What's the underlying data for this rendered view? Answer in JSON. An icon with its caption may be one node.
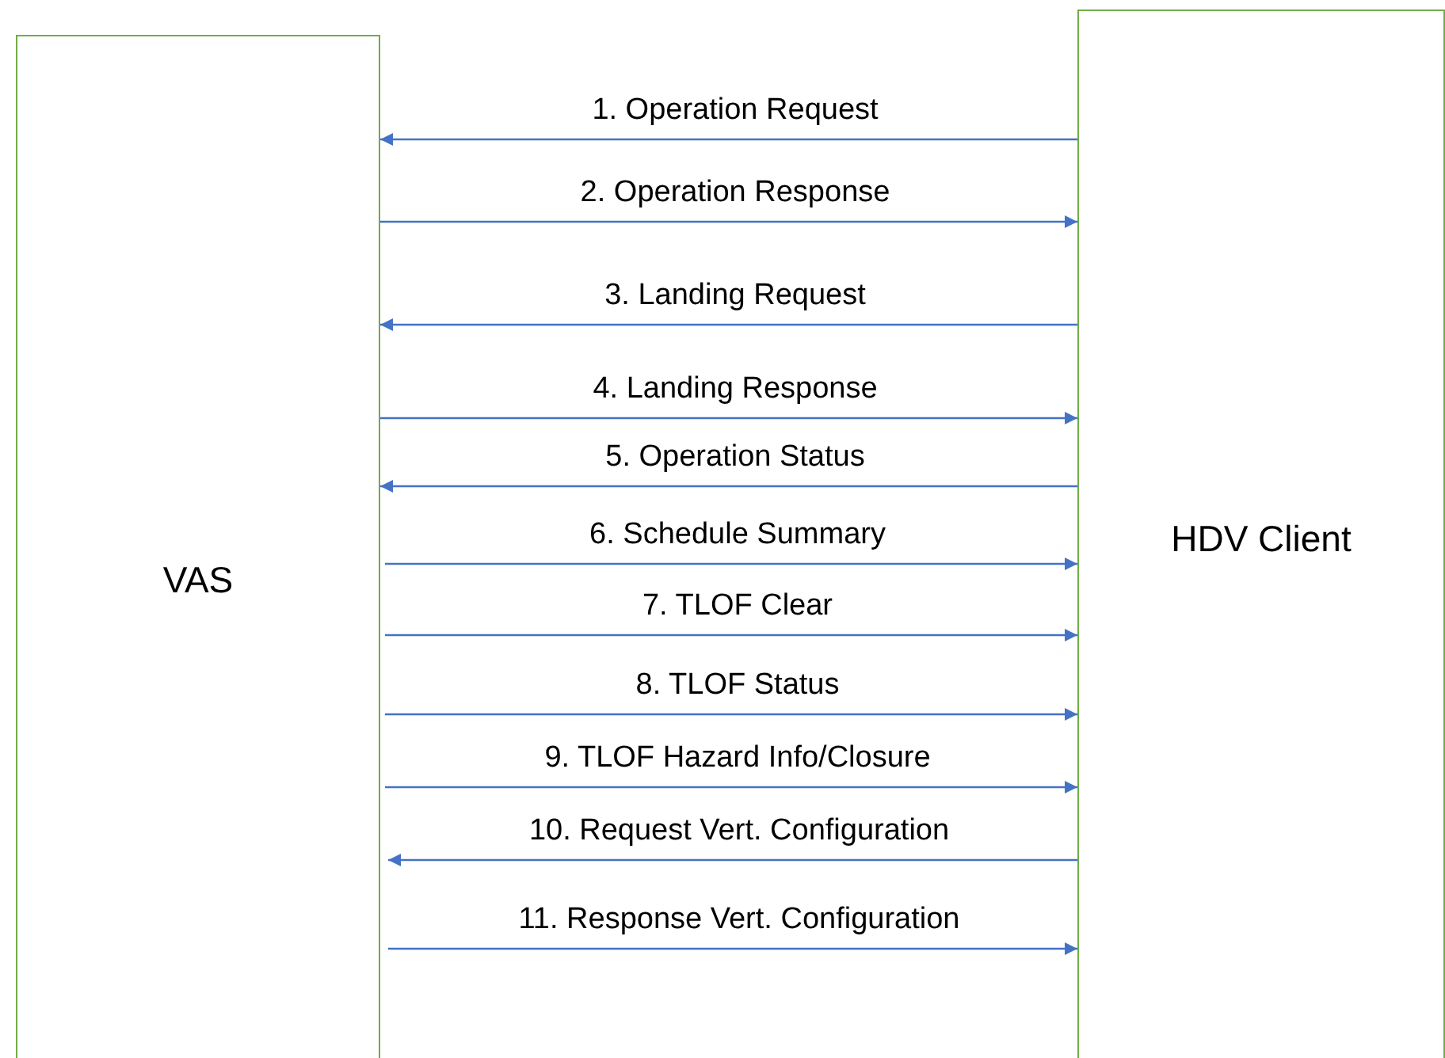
{
  "diagram": {
    "nodes": [
      {
        "text": [
          "VAS"
        ]
      },
      {
        "text": [
          "HDV Client"
        ]
      }
    ],
    "edges": [
      {
        "from": 1,
        "to": 0,
        "arrow": "to",
        "label": "1. Operation Request"
      },
      {
        "from": 0,
        "to": 1,
        "arrow": "to",
        "label": "2. Operation Response"
      },
      {
        "from": 1,
        "to": 0,
        "arrow": "to",
        "label": "3. Landing Request"
      },
      {
        "from": 0,
        "to": 1,
        "arrow": "to",
        "label": "4. Landing Response"
      },
      {
        "from": 1,
        "to": 0,
        "arrow": "to",
        "label": "5. Operation Status"
      },
      {
        "from": 0,
        "to": 1,
        "arrow": "to",
        "label": "6. Schedule Summary"
      },
      {
        "from": 0,
        "to": 1,
        "arrow": "to",
        "label": "7. TLOF Clear"
      },
      {
        "from": 0,
        "to": 1,
        "arrow": "to",
        "label": "8. TLOF Status"
      },
      {
        "from": 0,
        "to": 1,
        "arrow": "to",
        "label": "9. TLOF Hazard Info/Closure"
      },
      {
        "from": 1,
        "to": 0,
        "arrow": "to",
        "label": "10. Request Vert. Configuration"
      },
      {
        "from": 0,
        "to": 1,
        "arrow": "to",
        "label": "11. Response Vert. Configuration"
      }
    ]
  }
}
